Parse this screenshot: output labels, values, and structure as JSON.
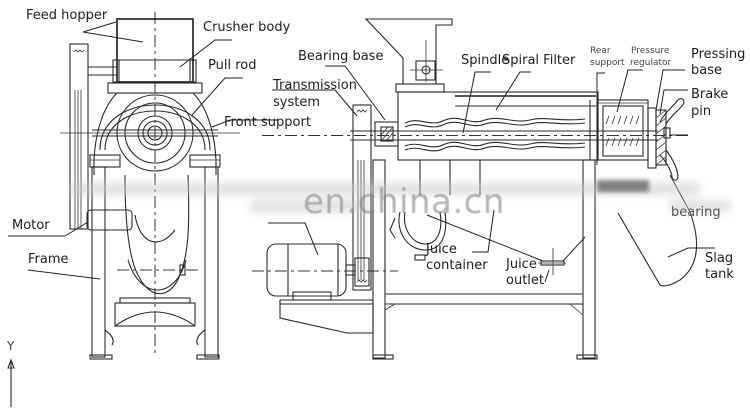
{
  "diagram": {
    "title": "Spiral juice extractor structure diagram",
    "watermark": "en.china.cn",
    "axis_label": "Y",
    "front_view_labels": {
      "feed_hopper": "Feed hopper",
      "crusher_body": "Crusher body",
      "pull_rod": "Pull rod",
      "front_support": "Front support",
      "motor": "Motor",
      "frame": "Frame"
    },
    "side_view_labels": {
      "bearing_base": "Bearing base",
      "transmission_line1": "Transmission",
      "transmission_line2": "system",
      "spindle": "Spindle",
      "spiral_filter": "Spiral Filter",
      "rear_support_line1": "Rear",
      "rear_support_line2": "support",
      "pressure_regulator_line1": "Pressure",
      "pressure_regulator_line2": "regulator",
      "pressing_base_line1": "Pressing",
      "pressing_base_line2": "base",
      "brake_pin_line1": "Brake",
      "brake_pin_line2": "pin",
      "bearing": "bearing",
      "juice_container_line1": "Juice",
      "juice_container_line2": "container",
      "juice_outlet_line1": "Juice",
      "juice_outlet_line2": "outlet",
      "slag_tank_line1": "Slag",
      "slag_tank_line2": "tank"
    }
  }
}
